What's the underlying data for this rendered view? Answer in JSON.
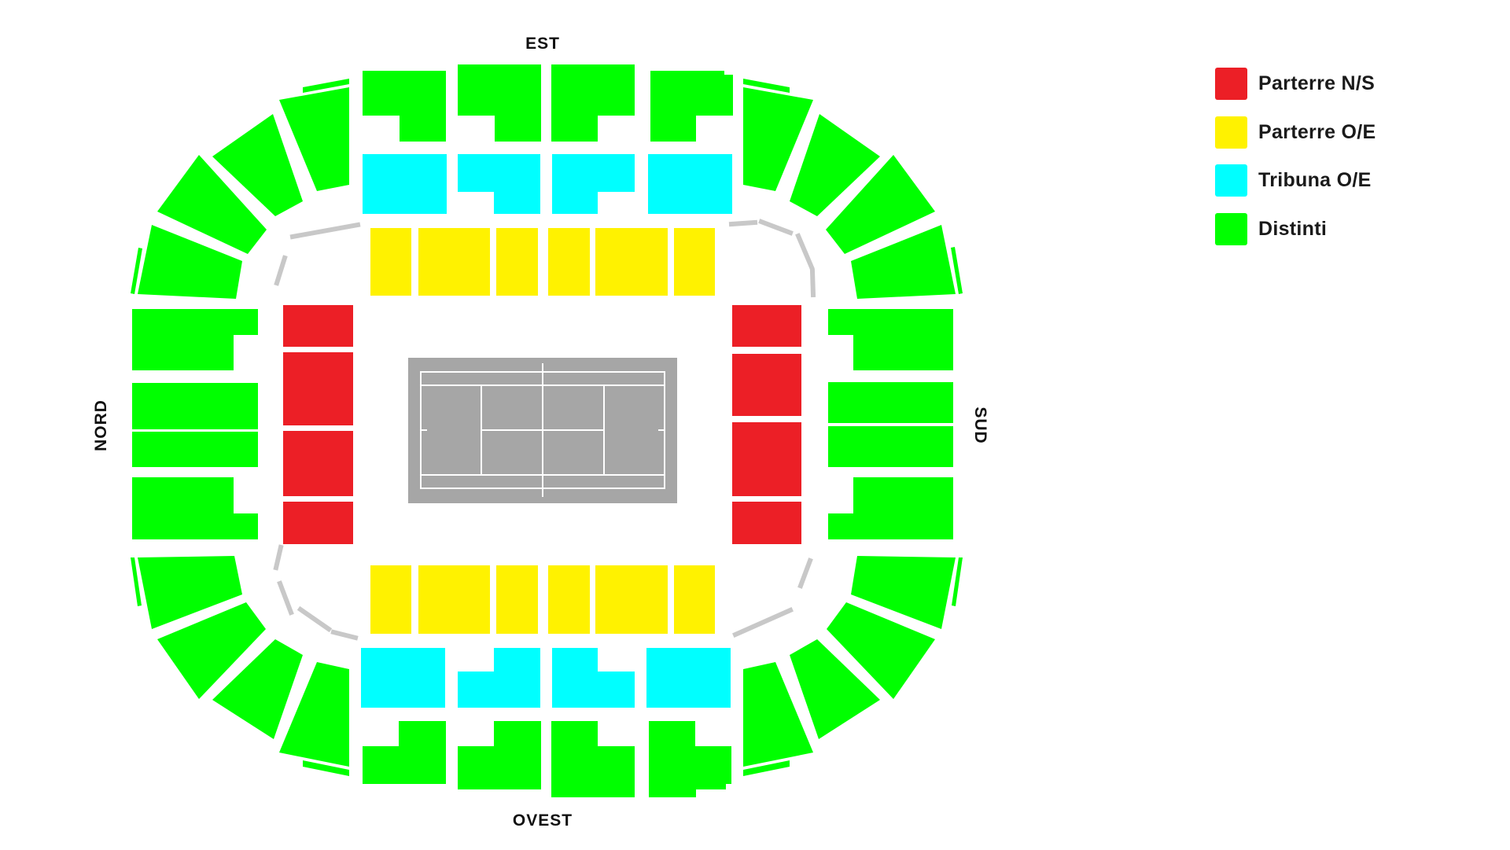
{
  "directions": {
    "east": "EST",
    "west": "OVEST",
    "north": "NORD",
    "south": "SUD"
  },
  "legend": [
    {
      "key": "parterre_ns",
      "label": "Parterre N/S",
      "color": "#ec1f26"
    },
    {
      "key": "parterre_oe",
      "label": "Parterre O/E",
      "color": "#fff200"
    },
    {
      "key": "tribuna_oe",
      "label": "Tribuna O/E",
      "color": "#00ffff"
    },
    {
      "key": "distinti",
      "label": "Distinti",
      "color": "#00ff00"
    }
  ],
  "colors": {
    "court_surround": "#a6a6a6",
    "court_lines": "#ffffff",
    "walkway_dashes": "#c8c8c8"
  }
}
